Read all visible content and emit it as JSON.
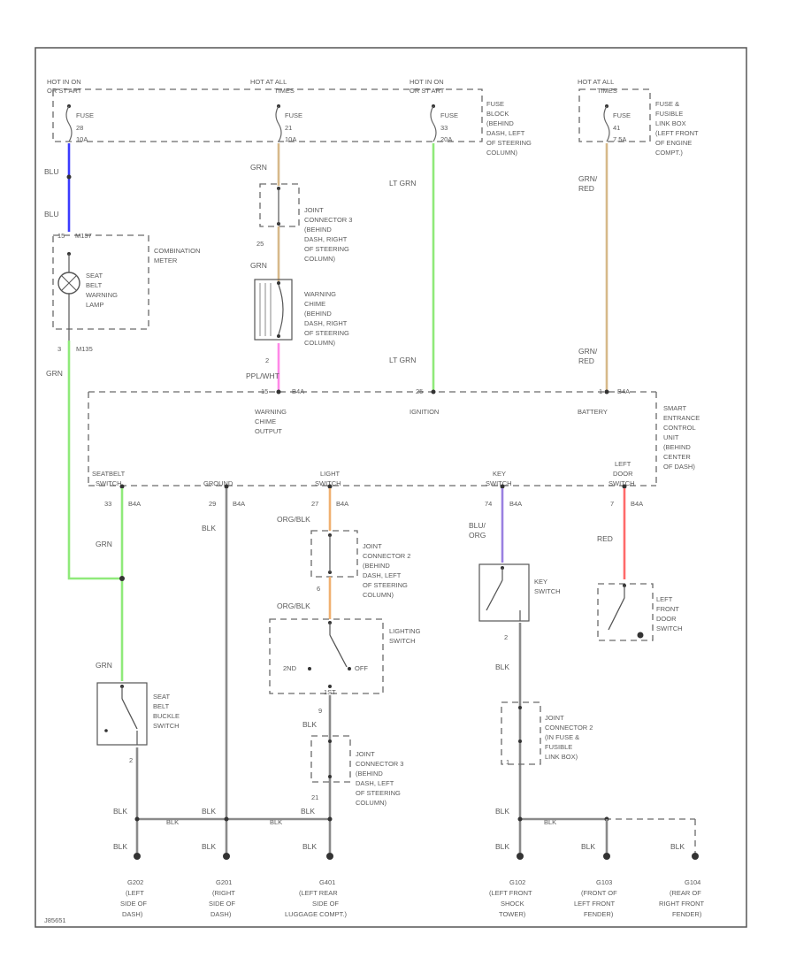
{
  "colors": {
    "blue": "#3b3bff",
    "tan": "#d7b98a",
    "green": "#8fea7a",
    "pink": "#ff88e8",
    "orange": "#f0b070",
    "violet": "#9a80e0",
    "red": "#ff6a6a",
    "gray": "#8a8a8a",
    "frame": "#555555"
  },
  "fuses": [
    {
      "hot": "HOT IN ON",
      "hot2": "OR ST ART",
      "fuse": "FUSE",
      "num": "28",
      "amp": "10A"
    },
    {
      "hot": "HOT AT ALL",
      "hot2": "TIMES",
      "fuse": "FUSE",
      "num": "21",
      "amp": "10A"
    },
    {
      "hot": "HOT IN ON",
      "hot2": "OR ST ART",
      "fuse": "FUSE",
      "num": "33",
      "amp": "20A",
      "note": [
        "FUSE",
        "BLOCK",
        "(BEHIND",
        "DASH, LEFT",
        "OF STEERING",
        "COLUMN)"
      ]
    },
    {
      "hot": "HOT AT ALL",
      "hot2": "TIMES",
      "fuse": "FUSE",
      "num": "41",
      "amp": "7.5A",
      "note": [
        "FUSE &",
        "FUSIBLE",
        "LINK BOX",
        "(LEFT FRONT",
        "OF ENGINE",
        "COMPT.)"
      ]
    }
  ],
  "wire_labels": {
    "blu_1": "BLU",
    "blu_2": "BLU",
    "grn_1": "GRN",
    "grn_2": "GRN",
    "lt_grn_1": "LT GRN",
    "lt_grn_2": "LT GRN",
    "grn_red_1a": "GRN/",
    "grn_red_1b": "RED",
    "grn_red_2a": "GRN/",
    "grn_red_2b": "RED",
    "ppl_wht": "PPL/WHT",
    "grn_meter": "GRN",
    "grn_seatbelt": "GRN",
    "grn_buckle": "GRN",
    "blk_ground": "BLK",
    "org_blk_1": "ORG/BLK",
    "org_blk_2": "ORG/BLK",
    "blk_light": "BLK",
    "blu_org_a": "BLU/",
    "blu_org_b": "ORG",
    "red": "RED",
    "blk_key": "BLK"
  },
  "components": {
    "combination_meter": {
      "pin_top": "15",
      "conn_top": "M137",
      "title": [
        "COMBINATION",
        "METER"
      ],
      "lamp": [
        "SEAT",
        "BELT",
        "WARNING",
        "LAMP"
      ],
      "pin_bot": "3",
      "conn_bot": "M135"
    },
    "joint_conn_3_upper": {
      "pin_top": "",
      "pin_bot": "25",
      "text": [
        "JOINT",
        "CONNECTOR 3",
        "(BEHIND",
        "DASH, RIGHT",
        "OF STEERING",
        "COLUMN)"
      ]
    },
    "warning_chime": {
      "pin": "2",
      "text": [
        "WARNING",
        "CHIME",
        "(BEHIND",
        "DASH, RIGHT",
        "OF STEERING",
        "COLUMN)"
      ]
    },
    "smart_unit": {
      "text": [
        "SMART",
        "ENTRANCE",
        "CONTROL",
        "UNIT",
        "(BEHIND",
        "CENTER",
        "OF DASH)"
      ],
      "top_pins": [
        {
          "pin": "15",
          "conn": "B4A",
          "label": [
            "WARNING",
            "CHIME",
            "OUTPUT"
          ]
        },
        {
          "pin": "25",
          "conn": "",
          "label": [
            "IGNITION"
          ]
        },
        {
          "pin": "1",
          "conn": "B4A",
          "label": [
            "BATTERY"
          ]
        }
      ],
      "bottom_pins": [
        {
          "label": [
            "SEATBELT",
            "SWITCH"
          ],
          "pin": "33",
          "conn": "B4A"
        },
        {
          "label": [
            "GROUND"
          ],
          "pin": "29",
          "conn": "B4A"
        },
        {
          "label": [
            "LIGHT",
            "SWITCH"
          ],
          "pin": "27",
          "conn": "B4A"
        },
        {
          "label": [
            "KEY",
            "SWITCH"
          ],
          "pin": "74",
          "conn": "B4A"
        },
        {
          "label": [
            "LEFT",
            "DOOR",
            "SWITCH"
          ],
          "pin": "7",
          "conn": "B4A"
        }
      ]
    },
    "joint_conn_2": {
      "pin": "6",
      "text": [
        "JOINT",
        "CONNECTOR 2",
        "(BEHIND",
        "DASH, LEFT",
        "OF STEERING",
        "COLUMN)"
      ]
    },
    "lighting_switch": {
      "text": [
        "LIGHTING",
        "SWITCH"
      ],
      "pos_2nd": "2ND",
      "pos_off": "OFF",
      "pos_1st": "1ST",
      "pin": "9"
    },
    "joint_conn_3_lower": {
      "pin_top": "",
      "pin_bot": "21",
      "text": [
        "JOINT",
        "CONNECTOR 3",
        "(BEHIND",
        "DASH, LEFT",
        "OF STEERING",
        "COLUMN)"
      ]
    },
    "key_switch": {
      "text": [
        "KEY",
        "SWITCH"
      ],
      "pin": "2"
    },
    "left_front_door_switch": {
      "text": [
        "LEFT",
        "FRONT",
        "DOOR",
        "SWITCH"
      ]
    },
    "seat_belt_buckle": {
      "text": [
        "SEAT",
        "BELT",
        "BUCKLE",
        "SWITCH"
      ],
      "pin": "2"
    },
    "joint_conn_2_fuse": {
      "pin": "1",
      "text": [
        "JOINT",
        "CONNECTOR 2",
        "(IN FUSE &",
        "FUSIBLE",
        "LINK BOX)"
      ]
    }
  },
  "grounds": [
    {
      "wire": "BLK",
      "id": "G202",
      "desc": [
        "(LEFT",
        "SIDE OF",
        "DASH)"
      ]
    },
    {
      "wire": "BLK",
      "id": "G201",
      "desc": [
        "(RIGHT",
        "SIDE OF",
        "DASH)"
      ]
    },
    {
      "wire": "BLK",
      "id": "G401",
      "desc": [
        "(LEFT REAR",
        "SIDE OF",
        "LUGGAGE COMPT.)"
      ]
    },
    {
      "wire": "BLK",
      "id": "G102",
      "desc": [
        "(LEFT FRONT",
        "SHOCK",
        "TOWER)"
      ]
    },
    {
      "wire": "BLK",
      "id": "G103",
      "desc": [
        "(FRONT OF",
        "LEFT FRONT",
        "FENDER)"
      ]
    },
    {
      "wire": "BLK",
      "id": "G104",
      "desc": [
        "(REAR OF",
        "RIGHT FRONT",
        "FENDER)"
      ]
    }
  ],
  "ground_bus": {
    "wire_a": "BLK",
    "wire_b": "BLK",
    "wire_c": "BLK",
    "tag_a": "BLK",
    "tag_b": "BLK",
    "tag_c": "BLK"
  },
  "footer": {
    "code": "J85651"
  }
}
